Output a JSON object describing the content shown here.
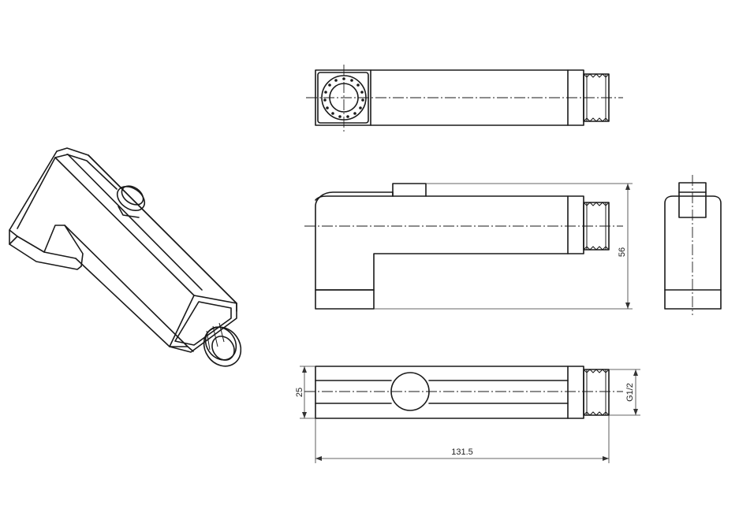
{
  "drawing": {
    "views": [
      "isometric-view",
      "end-view",
      "side-view",
      "right-view",
      "top-view"
    ],
    "dimensions": {
      "height": "56",
      "width": "25",
      "length": "131.5",
      "thread": "G1/2"
    }
  }
}
